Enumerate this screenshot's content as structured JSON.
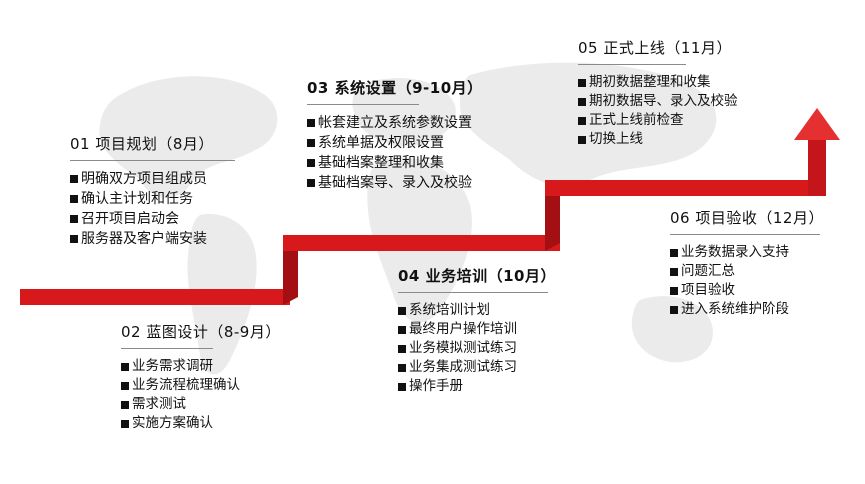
{
  "colors": {
    "path": "#d7191c",
    "path_shade": "#a30f12",
    "map": "#e9e9e9"
  },
  "phases": [
    {
      "title": "01  项目规划（8月）",
      "items": [
        "明确双方项目组成员",
        "确认主计划和任务",
        "召开项目启动会",
        "服务器及客户端安装"
      ]
    },
    {
      "title": "02  蓝图设计（8-9月）",
      "items": [
        "业务需求调研",
        "业务流程梳理确认",
        "需求测试",
        "实施方案确认"
      ]
    },
    {
      "title": "03  系统设置（9-10月）",
      "items": [
        "帐套建立及系统参数设置",
        "系统单据及权限设置",
        "基础档案整理和收集",
        "基础档案导、录入及校验"
      ]
    },
    {
      "title": "04  业务培训（10月）",
      "items": [
        "系统培训计划",
        "最终用户操作培训",
        "业务模拟测试练习",
        "业务集成测试练习",
        "操作手册"
      ]
    },
    {
      "title": "05  正式上线（11月）",
      "items": [
        "期初数据整理和收集",
        "期初数据导、录入及校验",
        "正式上线前检查",
        "切换上线"
      ]
    },
    {
      "title": "06  项目验收（12月）",
      "items": [
        "业务数据录入支持",
        "问题汇总",
        "项目验收",
        "进入系统维护阶段"
      ]
    }
  ]
}
